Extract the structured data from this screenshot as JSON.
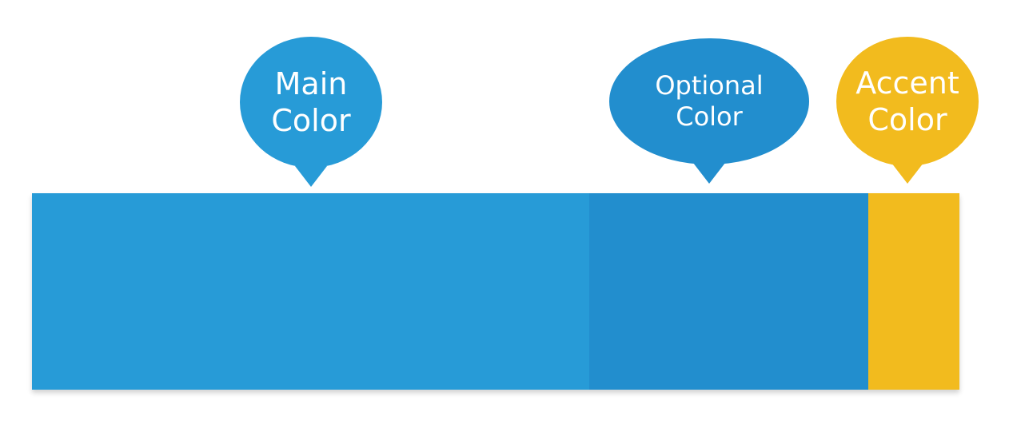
{
  "bubbles": {
    "main": {
      "line1": "Main",
      "line2": "Color",
      "color": "#279bd7"
    },
    "optional": {
      "line1": "Optional",
      "line2": "Color",
      "color": "#228ece"
    },
    "accent": {
      "line1": "Accent",
      "line2": "Color",
      "color": "#f2bb1e"
    }
  },
  "bar": {
    "main_color": "#279bd7",
    "optional_color": "#228ece",
    "accent_color": "#f2bb1e"
  }
}
